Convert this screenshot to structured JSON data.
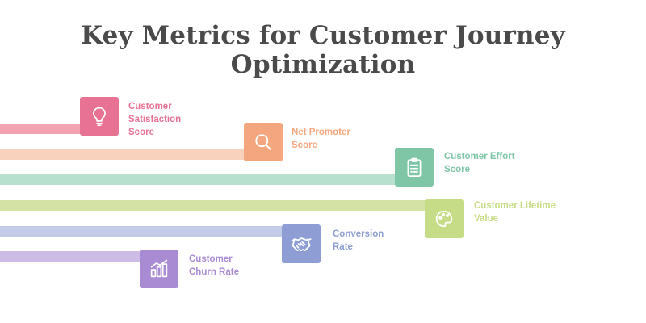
{
  "title": "Key Metrics for Customer Journey Optimization",
  "colors": {
    "title": "#4a4a4a",
    "background": "#ffffff"
  },
  "metrics": [
    {
      "lines": [
        "Customer",
        "Satisfaction",
        "Score"
      ],
      "icon": "lightbulb-icon",
      "color": "#e87294",
      "bar_color": "#f2a3b2"
    },
    {
      "lines": [
        "Net Promoter",
        "Score"
      ],
      "icon": "magnifier-icon",
      "color": "#f4a77e",
      "bar_color": "#f8d2bc"
    },
    {
      "lines": [
        "Customer Effort",
        "Score"
      ],
      "icon": "clipboard-icon",
      "color": "#7ec6a6",
      "bar_color": "#b8e0cf"
    },
    {
      "lines": [
        "Customer Lifetime",
        "Value"
      ],
      "icon": "palette-icon",
      "color": "#c7dc86",
      "bar_color": "#d5e2a6"
    },
    {
      "lines": [
        "Conversion",
        "Rate"
      ],
      "icon": "handshake-icon",
      "color": "#8e9ed4",
      "bar_color": "#c3cbe8"
    },
    {
      "lines": [
        "Customer",
        "Churn Rate"
      ],
      "icon": "bar-chart-icon",
      "color": "#a98bd4",
      "bar_color": "#cdbde6"
    }
  ]
}
